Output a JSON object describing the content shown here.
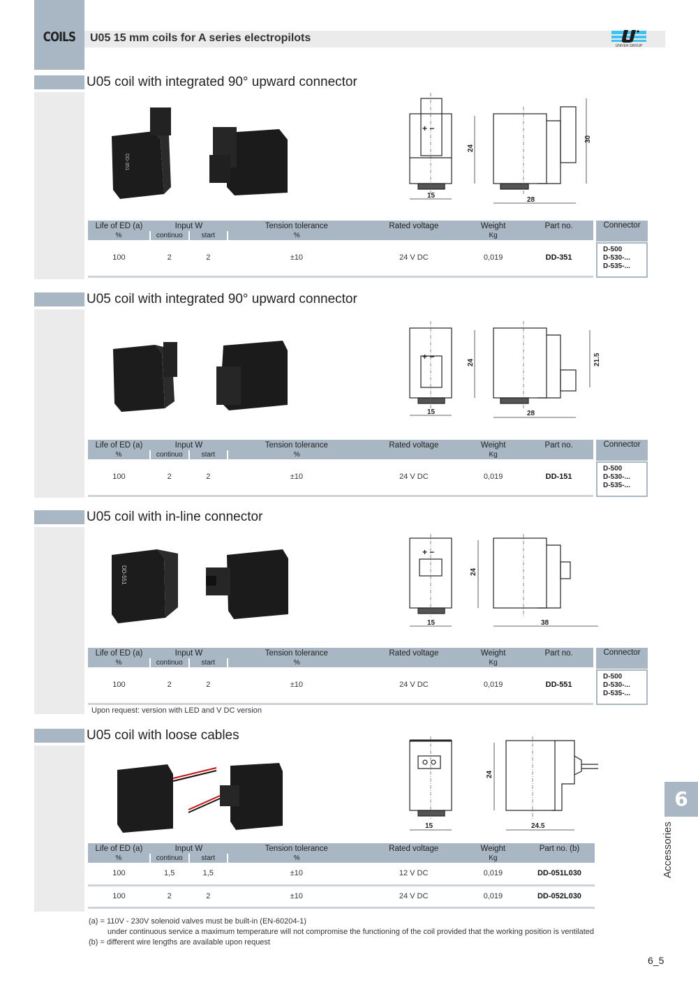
{
  "header": {
    "category": "COILS",
    "title": "U05 15 mm coils for A series electropilots",
    "logo_text": "UNIVER GROUP"
  },
  "table_headers": {
    "life_of_ed": "Life of ED (a)",
    "life_unit": "%",
    "input_w": "Input W",
    "continuo": "continuo",
    "start": "start",
    "tension_tolerance": "Tension tolerance",
    "tension_unit": "%",
    "rated_voltage": "Rated voltage",
    "weight": "Weight",
    "weight_unit": "Kg",
    "part_no": "Part no.",
    "part_no_b": "Part no. (b)",
    "connector": "Connector"
  },
  "sections": [
    {
      "title": "U05 coil with integrated 90° upward connector",
      "dims": {
        "width": "15",
        "height": "24",
        "length": "28",
        "extra": "30"
      },
      "rows": [
        {
          "life": "100",
          "continuo": "2",
          "start": "2",
          "tolerance": "±10",
          "voltage": "24 V DC",
          "weight": "0,019",
          "part": "DD-351"
        }
      ],
      "connectors": [
        "D-500",
        "D-530-...",
        "D-535-..."
      ]
    },
    {
      "title": "U05 coil with integrated 90° upward connector",
      "dims": {
        "width": "15",
        "height": "24",
        "length": "28",
        "extra": "21.5"
      },
      "rows": [
        {
          "life": "100",
          "continuo": "2",
          "start": "2",
          "tolerance": "±10",
          "voltage": "24 V DC",
          "weight": "0,019",
          "part": "DD-151"
        }
      ],
      "connectors": [
        "D-500",
        "D-530-...",
        "D-535-..."
      ]
    },
    {
      "title": "U05 coil with in-line connector",
      "dims": {
        "width": "15",
        "height": "24",
        "length": "38"
      },
      "rows": [
        {
          "life": "100",
          "continuo": "2",
          "start": "2",
          "tolerance": "±10",
          "voltage": "24 V DC",
          "weight": "0,019",
          "part": "DD-551"
        }
      ],
      "connectors": [
        "D-500",
        "D-530-...",
        "D-535-..."
      ],
      "note": "Upon request: version with LED and V DC version"
    },
    {
      "title": "U05 coil with loose cables",
      "dims": {
        "width": "15",
        "height": "24",
        "length": "24.5"
      },
      "rows": [
        {
          "life": "100",
          "continuo": "1,5",
          "start": "1,5",
          "tolerance": "±10",
          "voltage": "12 V DC",
          "weight": "0,019",
          "part": "DD-051L030"
        },
        {
          "life": "100",
          "continuo": "2",
          "start": "2",
          "tolerance": "±10",
          "voltage": "24 V DC",
          "weight": "0,019",
          "part": "DD-052L030"
        }
      ]
    }
  ],
  "footnotes": {
    "a_line1": "(a) = 110V - 230V solenoid valves must be built-in (EN-60204-1)",
    "a_line2": "under continuous service a maximum temperature will not compromise the functioning of the coil provided that the working position is ventilated",
    "b": "(b) = different wire lengths are available upon request"
  },
  "side_tab": {
    "number": "6",
    "label": "Accessories"
  },
  "page_number": "6_5",
  "colors": {
    "accent_gray": "#a9b7c4",
    "light_gray": "#ebebeb",
    "logo_blue": "#3fc3ee"
  }
}
